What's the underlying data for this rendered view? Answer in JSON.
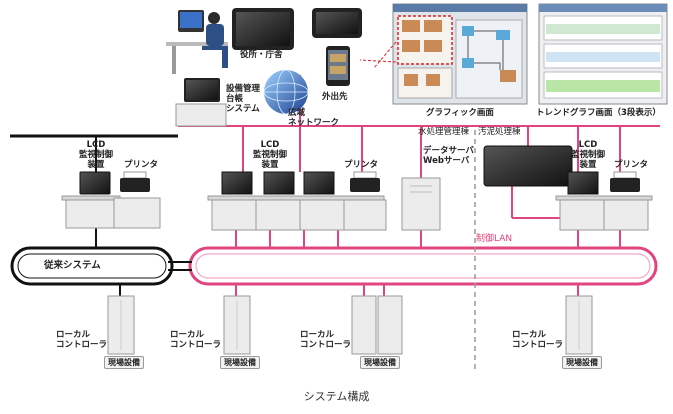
{
  "caption": "システム構成",
  "labels": {
    "office": "役所・庁舎",
    "mobile": "外出先",
    "asset_system": "設備管理\n台帳\nシステム",
    "wan": "広域\nネットワーク",
    "graphic_screen": "グラフィック画面",
    "trend_screen": "トレンドグラフ画面（3段表示）",
    "water_building": "水処理管理棟",
    "sludge_building": "汚泥処理棟",
    "lcd_left": "LCD\n監視制御\n装置",
    "lcd_center": "LCD\n監視制御\n装置",
    "lcd_right": "LCD\n監視制御\n装置",
    "printer_left": "プリンタ",
    "printer_center": "プリンタ",
    "printer_right": "プリンタ",
    "data_server": "データサーバ\nWebサーバ",
    "control_lan": "制御LAN",
    "legacy_system": "従来システム",
    "local_controller_1": "ローカル\nコントローラ",
    "local_controller_2": "ローカル\nコントローラ",
    "local_controller_3": "ローカル\nコントローラ",
    "local_controller_4": "ローカル\nコントローラ",
    "field_equipment_1": "現場設備",
    "field_equipment_2": "現場設備",
    "field_equipment_3": "現場設備",
    "field_equipment_4": "現場設備"
  },
  "colors": {
    "lan_pink": "#e0457f",
    "network_black": "#111111",
    "cabinet": "#e9e9e9",
    "divider": "#999999"
  },
  "icons": [
    "person-at-desk-icon",
    "tablet-icon",
    "smartphone-icon",
    "globe-icon",
    "monitor-icon",
    "printer-icon",
    "server-cabinet-icon"
  ]
}
